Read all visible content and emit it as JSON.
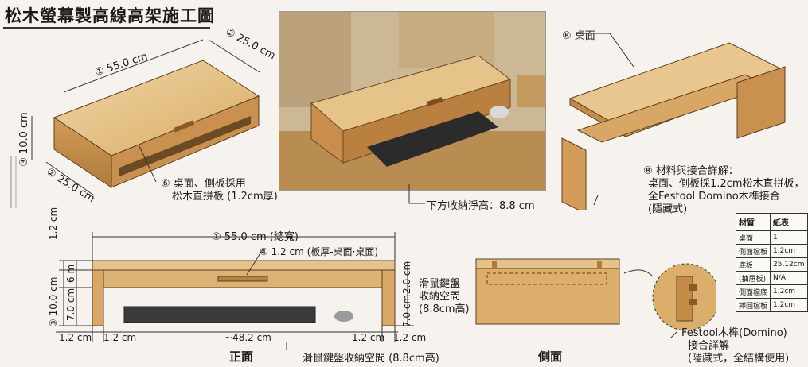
{
  "title": "松木螢幕製高線高架施工圖",
  "iso_view": {
    "length_label": "① 55.0 cm",
    "depth_label": "② 25.0 cm",
    "height_label": "③ 10.0 cm",
    "depth_label_2": "② 25.0 cm",
    "material_note_line1": "⑥ 桌面、側板採用",
    "material_note_line2": "松木直拼板 (1.2cm厚)"
  },
  "photo": {
    "storage_label": "下方收納淨高：8.8 cm"
  },
  "exploded": {
    "top_label": "⑧ 桌面",
    "notes_line1": "⑧ 材料與接合詳解：",
    "notes_line2": "桌面、側板採1.2cm松木直拼板，",
    "notes_line3": "全Festool Domino木榫接合",
    "notes_line4": "(隱藏式)"
  },
  "material_table": {
    "headers": [
      "材質",
      "紙表"
    ],
    "rows": [
      [
        "桌面",
        "1"
      ],
      [
        "側面檔板",
        "1.2cm"
      ],
      [
        "底板",
        "25.12cm"
      ],
      [
        "(抽屉板)",
        "N/A"
      ],
      [
        "側面檔底",
        "1.2cm"
      ],
      [
        "挿回檔板",
        "1.2cm"
      ]
    ]
  },
  "front_view": {
    "width_label": "① 55.0 cm (總寬)",
    "thickness_label": "④ 1.2 cm (板厚-桌面·桌面)",
    "top_thk": "1.2 cm",
    "drawer_h": "6 m",
    "total_h": "③ 10.0 cm",
    "inner_h": "7.0 cm",
    "right_top": "2.0 cm",
    "right_inner": "7.0 cm",
    "storage_note_line1": "滑鼠鍵盤",
    "storage_note_line2": "收納空間",
    "storage_note_line3": "(8.8cm高)",
    "bottom_left_1": "1.2 cm",
    "bottom_left_2": "1.2 cm",
    "bottom_mid": "~48.2 cm",
    "bottom_right_1": "1.2 cm",
    "bottom_right_2": "1.2 cm",
    "section_title": "正面",
    "bottom_note": "滑鼠鍵盤收納空間 (8.8cm高)"
  },
  "side_view": {
    "section_title": "側面"
  },
  "joint_detail": {
    "line1": "Festool木榫(Domino)",
    "line2": "接合詳解",
    "line3": "(隱藏式，全結構使用)"
  },
  "colors": {
    "wood_light": "#e9c98f",
    "wood_mid": "#d9ab66",
    "wood_dark": "#b07a3c",
    "line": "#2a2a2a"
  }
}
